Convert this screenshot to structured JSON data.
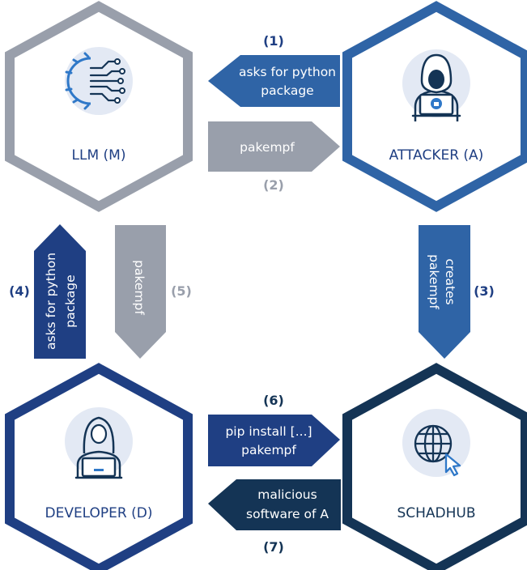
{
  "colors": {
    "gray": "#999fab",
    "blue_mid": "#2f64a6",
    "navy": "#1f3f83",
    "dark_navy": "#143455",
    "label_blue": "#1f3f83",
    "icon_circle": "#e3e9f4"
  },
  "nodes": {
    "llm": {
      "label": "LLM (M)",
      "icon": "ai-gear-circuit-icon"
    },
    "attacker": {
      "label": "ATTACKER (A)",
      "icon": "hooded-hacker-laptop-icon"
    },
    "developer": {
      "label": "DEVELOPER (D)",
      "icon": "developer-laptop-icon"
    },
    "schadhub": {
      "label": "SCHADHUB",
      "icon": "globe-cursor-icon"
    }
  },
  "arrows": {
    "a1": {
      "step": "(1)",
      "lines": [
        "asks for python",
        "package"
      ]
    },
    "a2": {
      "step": "(2)",
      "lines": [
        "pakempf"
      ]
    },
    "a3": {
      "step": "(3)",
      "lines": [
        "creates",
        "pakempf"
      ]
    },
    "a4": {
      "step": "(4)",
      "lines": [
        "asks for python",
        "package"
      ]
    },
    "a5": {
      "step": "(5)",
      "lines": [
        "pakempf"
      ]
    },
    "a6": {
      "step": "(6)",
      "lines": [
        "pip install [...]",
        "pakempf"
      ]
    },
    "a7": {
      "step": "(7)",
      "lines": [
        "malicious",
        "software of A"
      ]
    }
  }
}
